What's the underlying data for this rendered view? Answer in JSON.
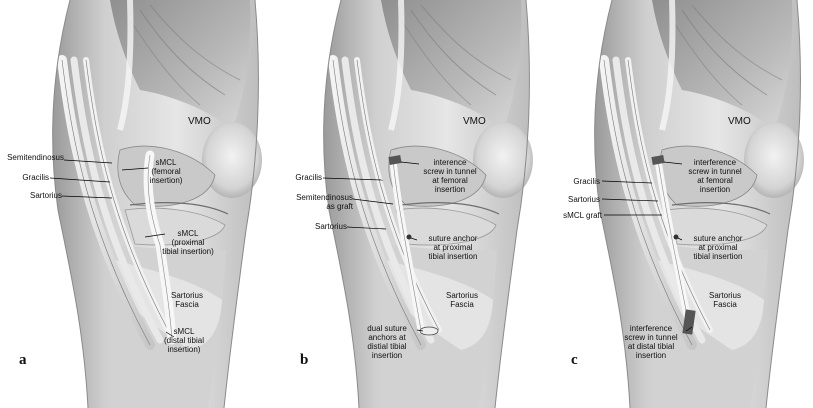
{
  "panels": [
    {
      "letter": "a",
      "labels": {
        "vmo": "VMO",
        "semitendinosus": "Semitendinosus",
        "gracilis": "Gracilis",
        "sartorius": "Sartorius",
        "smcl_femoral": [
          "sMCL",
          "(femoral",
          "insertion)"
        ],
        "smcl_proximal": [
          "sMCL",
          "(proximal",
          "tibial insertion)"
        ],
        "sartorius_fascia": [
          "Sartorius",
          "Fascia"
        ],
        "smcl_distal": [
          "sMCL",
          "(distal tibial",
          "insertion)"
        ]
      }
    },
    {
      "letter": "b",
      "labels": {
        "vmo": "VMO",
        "gracilis": "Gracilis",
        "semitendinosus_graft": [
          "Semitendinosus",
          "as graft"
        ],
        "sartorius": "Sartorius",
        "femoral_screw": [
          "interence",
          "screw in tunnel",
          "at femoral",
          "insertion"
        ],
        "suture_anchor": [
          "suture anchor",
          "at proximal",
          "tibial insertion"
        ],
        "sartorius_fascia": [
          "Sartorius",
          "Fascia"
        ],
        "dual_anchors": [
          "dual suture",
          "anchors at",
          "distial tibial",
          "insertion"
        ]
      }
    },
    {
      "letter": "c",
      "labels": {
        "vmo": "VMO",
        "gracilis": "Gracilis",
        "sartorius": "Sartorius",
        "smcl_graft": "sMCL graft",
        "femoral_screw": [
          "interference",
          "screw in tunnel",
          "at femoral",
          "insertion"
        ],
        "suture_anchor": [
          "suture anchor",
          "at proximal",
          "tibial insertion"
        ],
        "sartorius_fascia": [
          "Sartorius",
          "Fascia"
        ],
        "distal_screw": [
          "interference",
          "screw in tunnel",
          "at distal tibial",
          "insertion"
        ]
      }
    }
  ]
}
